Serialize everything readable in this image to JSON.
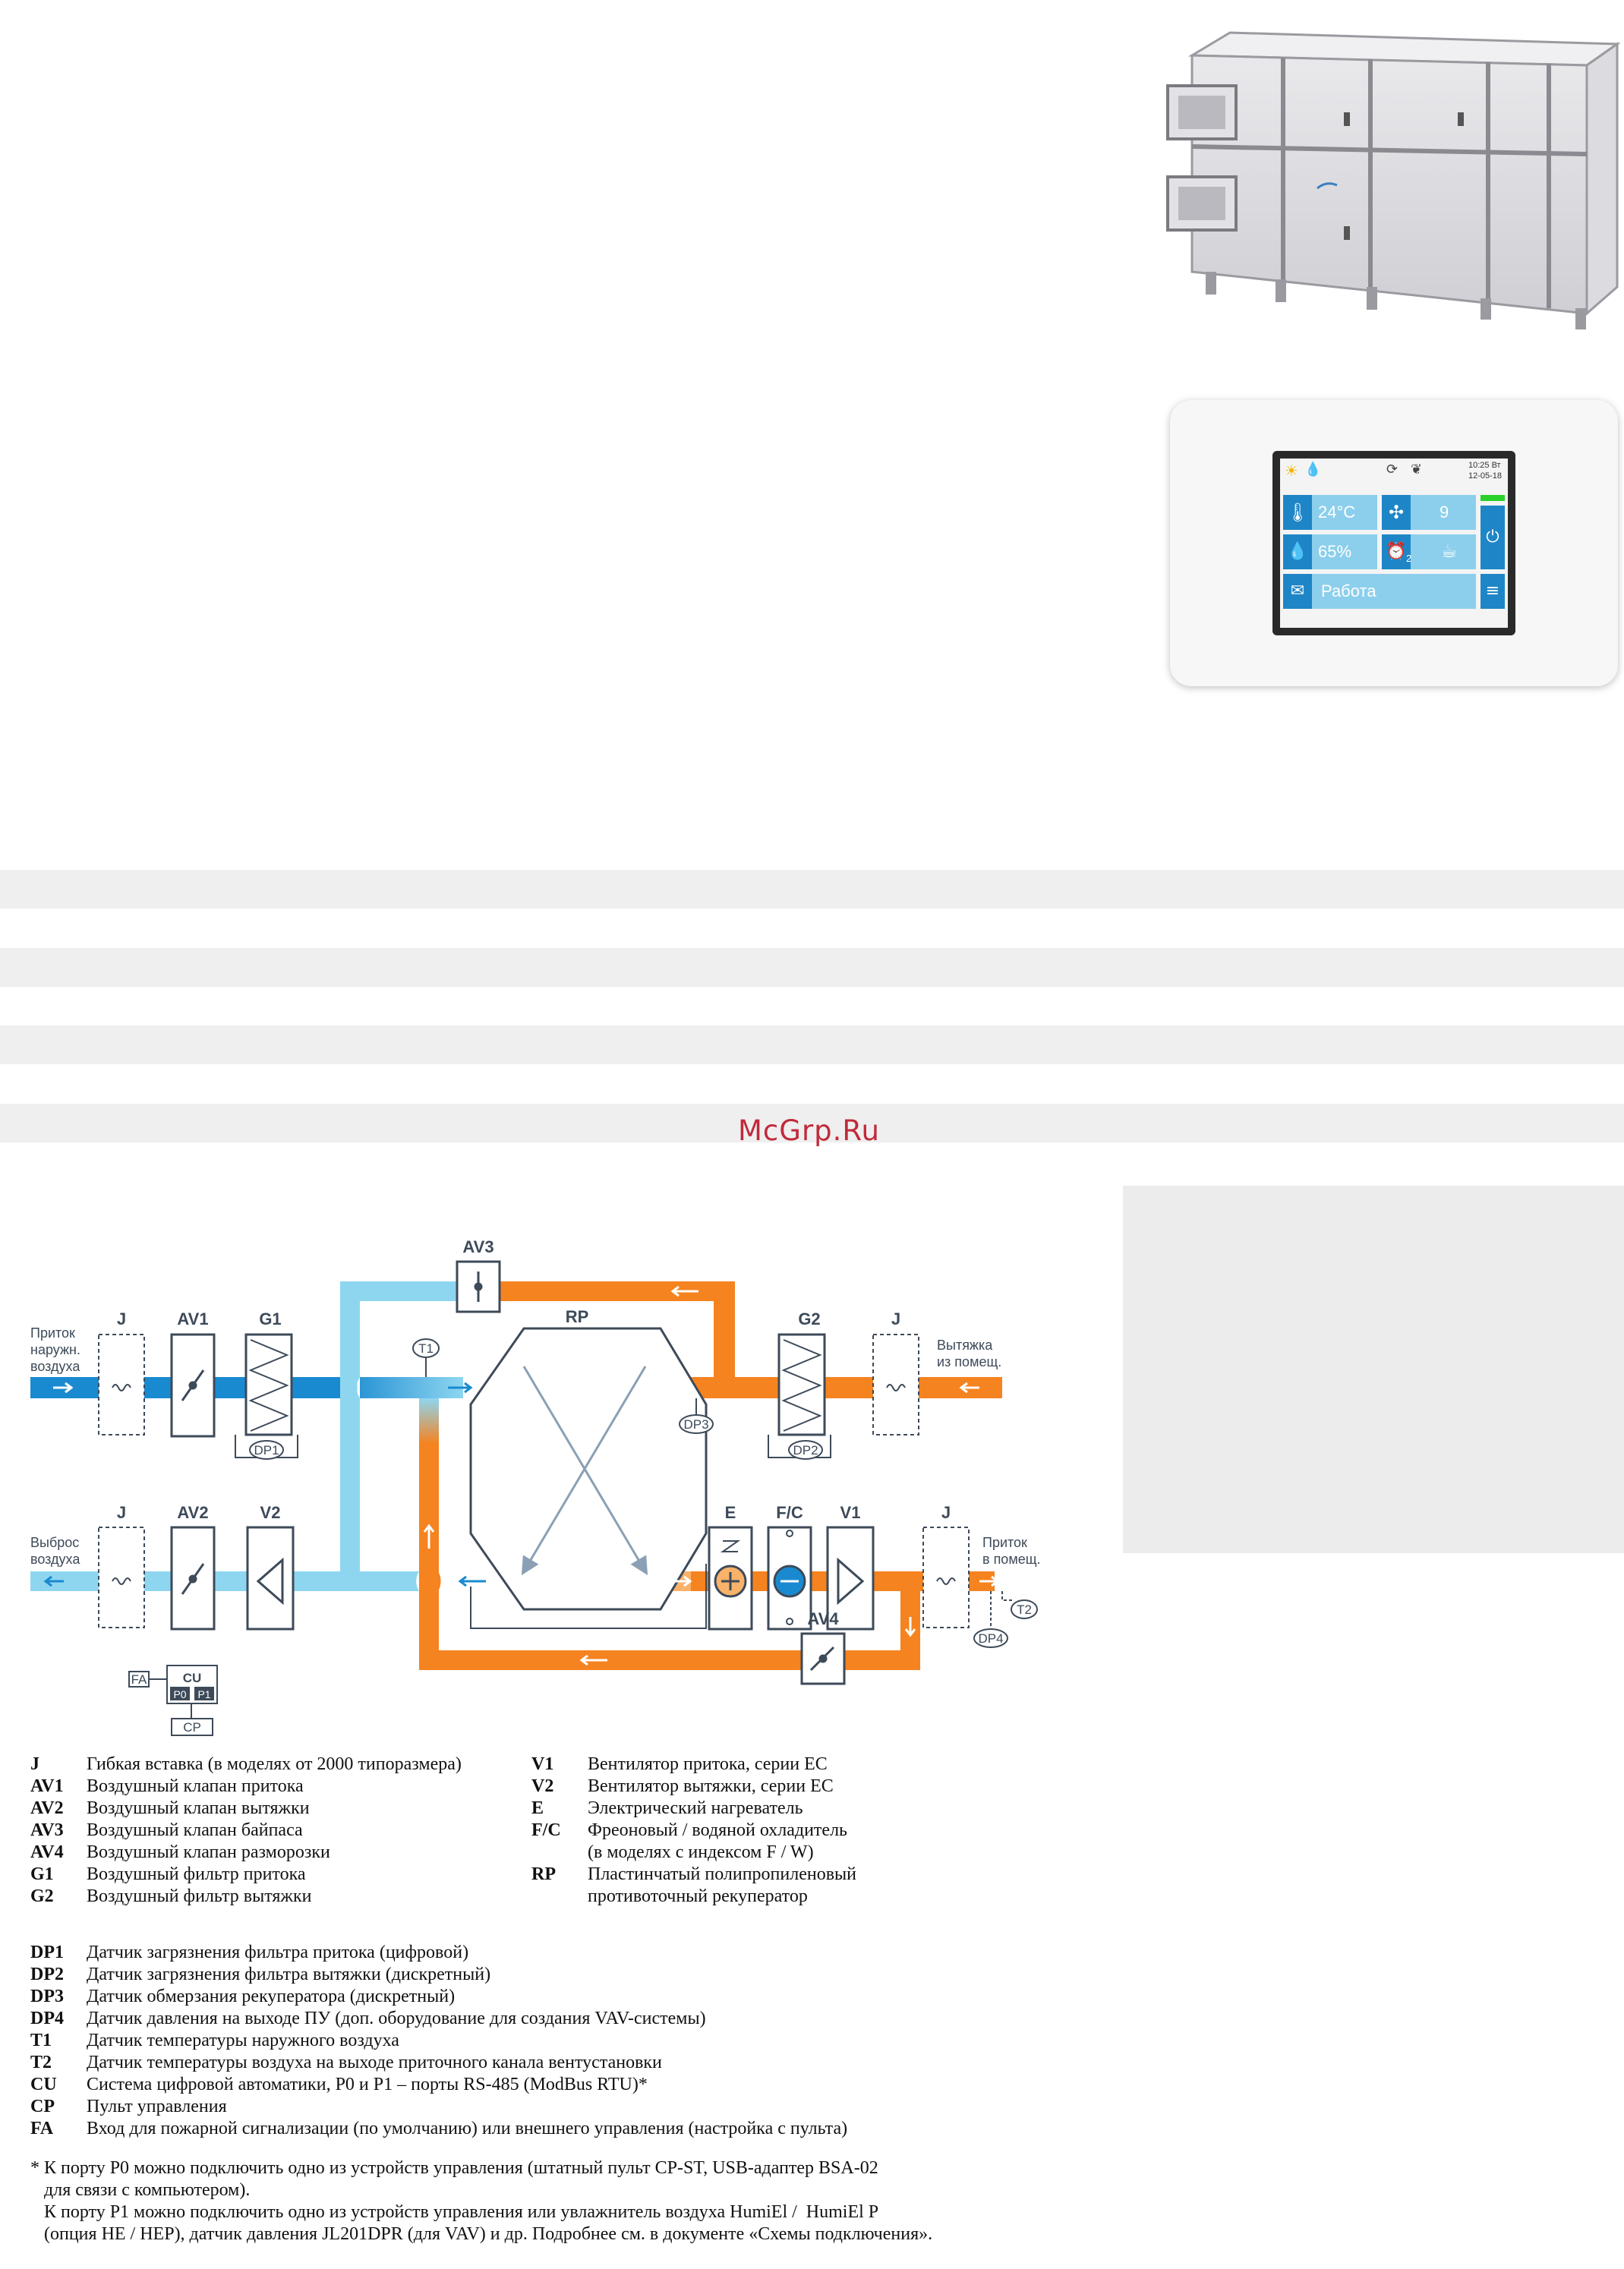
{
  "watermark": "McGrp.Ru",
  "panel_display": {
    "time": "10:25 Вт",
    "date": "12-05-18",
    "temperature": "24°C",
    "fan_speed": "9",
    "humidity": "65%",
    "timer_index": "2",
    "status": "Работа"
  },
  "diagram": {
    "labels": {
      "AV3": "AV3",
      "RP": "RP",
      "T1": "T1",
      "DP3": "DP3",
      "G2": "G2",
      "J_top_left": "J",
      "AV1": "AV1",
      "G1": "G1",
      "DP1": "DP1",
      "J_top_right": "J",
      "DP2": "DP2",
      "J_bottom_left": "J",
      "AV2": "AV2",
      "V2": "V2",
      "E": "E",
      "FC": "F/C",
      "V1": "V1",
      "J_bottom_right": "J",
      "T2": "T2",
      "DP4": "DP4",
      "AV4": "AV4",
      "FA": "FA",
      "CU": "CU",
      "P0": "P0",
      "P1": "P1",
      "CP": "CP"
    },
    "air": {
      "intake_line1": "Приток",
      "intake_line2": "наружн.",
      "intake_line3": "воздуха",
      "extract_line1": "Вытяжка",
      "extract_line2": "из помещ.",
      "exhaust_line1": "Выброс",
      "exhaust_line2": "воздуха",
      "supply_line1": "Приток",
      "supply_line2": "в помещ."
    },
    "colors": {
      "cold": "#8ed6f0",
      "cold_dark": "#0d83c8",
      "warm": "#f5831f",
      "warm_light": "#f9b26a",
      "ink": "#3d4a59"
    }
  },
  "legend_left": [
    {
      "k": "J",
      "v": "Гибкая вставка (в моделях от 2000 типоразмера)"
    },
    {
      "k": "AV1",
      "v": "Воздушный клапан притока"
    },
    {
      "k": "AV2",
      "v": "Воздушный клапан вытяжки"
    },
    {
      "k": "AV3",
      "v": "Воздушный клапан байпаса"
    },
    {
      "k": "AV4",
      "v": "Воздушный клапан разморозки"
    },
    {
      "k": "G1",
      "v": "Воздушный фильтр притока"
    },
    {
      "k": "G2",
      "v": "Воздушный фильтр вытяжки"
    }
  ],
  "legend_right": [
    {
      "k": "V1",
      "v": "Вентилятор притока, серии EC"
    },
    {
      "k": "V2",
      "v": "Вентилятор вытяжки, серии EC"
    },
    {
      "k": "E",
      "v": "Электрический нагреватель"
    },
    {
      "k": "F/C",
      "v": "Фреоновый / водяной охладитель"
    },
    {
      "k": "",
      "v": "(в моделях с индексом F / W)"
    },
    {
      "k": "RP",
      "v": "Пластинчатый полипропиленовый"
    },
    {
      "k": "",
      "v": "противоточный рекуператор"
    }
  ],
  "legend_sensors": [
    {
      "k": "DP1",
      "v": "Датчик загрязнения фильтра притока (цифровой)"
    },
    {
      "k": "DP2",
      "v": "Датчик загрязнения фильтра вытяжки (дискретный)"
    },
    {
      "k": "DP3",
      "v": "Датчик обмерзания рекуператора (дискретный)"
    },
    {
      "k": "DP4",
      "v": "Датчик давления на выходе ПУ (доп. оборудование для создания VAV-системы)"
    },
    {
      "k": "T1",
      "v": "Датчик температуры наружного воздуха"
    },
    {
      "k": "T2",
      "v": "Датчик температуры воздуха на выходе приточного канала вентустановки"
    },
    {
      "k": "CU",
      "v": "Система цифровой автоматики, P0 и P1 – порты RS-485 (ModBus RTU)*"
    },
    {
      "k": "CP",
      "v": "Пульт управления"
    },
    {
      "k": "FA",
      "v": "Вход для пожарной сигнализации (по умолчанию) или внешнего управления (настройка с пульта)"
    }
  ],
  "notes": [
    "* К порту P0 можно подключить одно из устройств управления (штатный пульт CP-ST, USB-адаптер BSA-02",
    "   для связи с компьютером).",
    "   К порту P1 можно подключить одно из устройств управления или увлажнитель воздуха HumiEl /  HumiEl P",
    "   (опция HE / HEP), датчик давления JL201DPR (для VAV) и др. Подробнее см. в документе «Схемы подключения»."
  ]
}
